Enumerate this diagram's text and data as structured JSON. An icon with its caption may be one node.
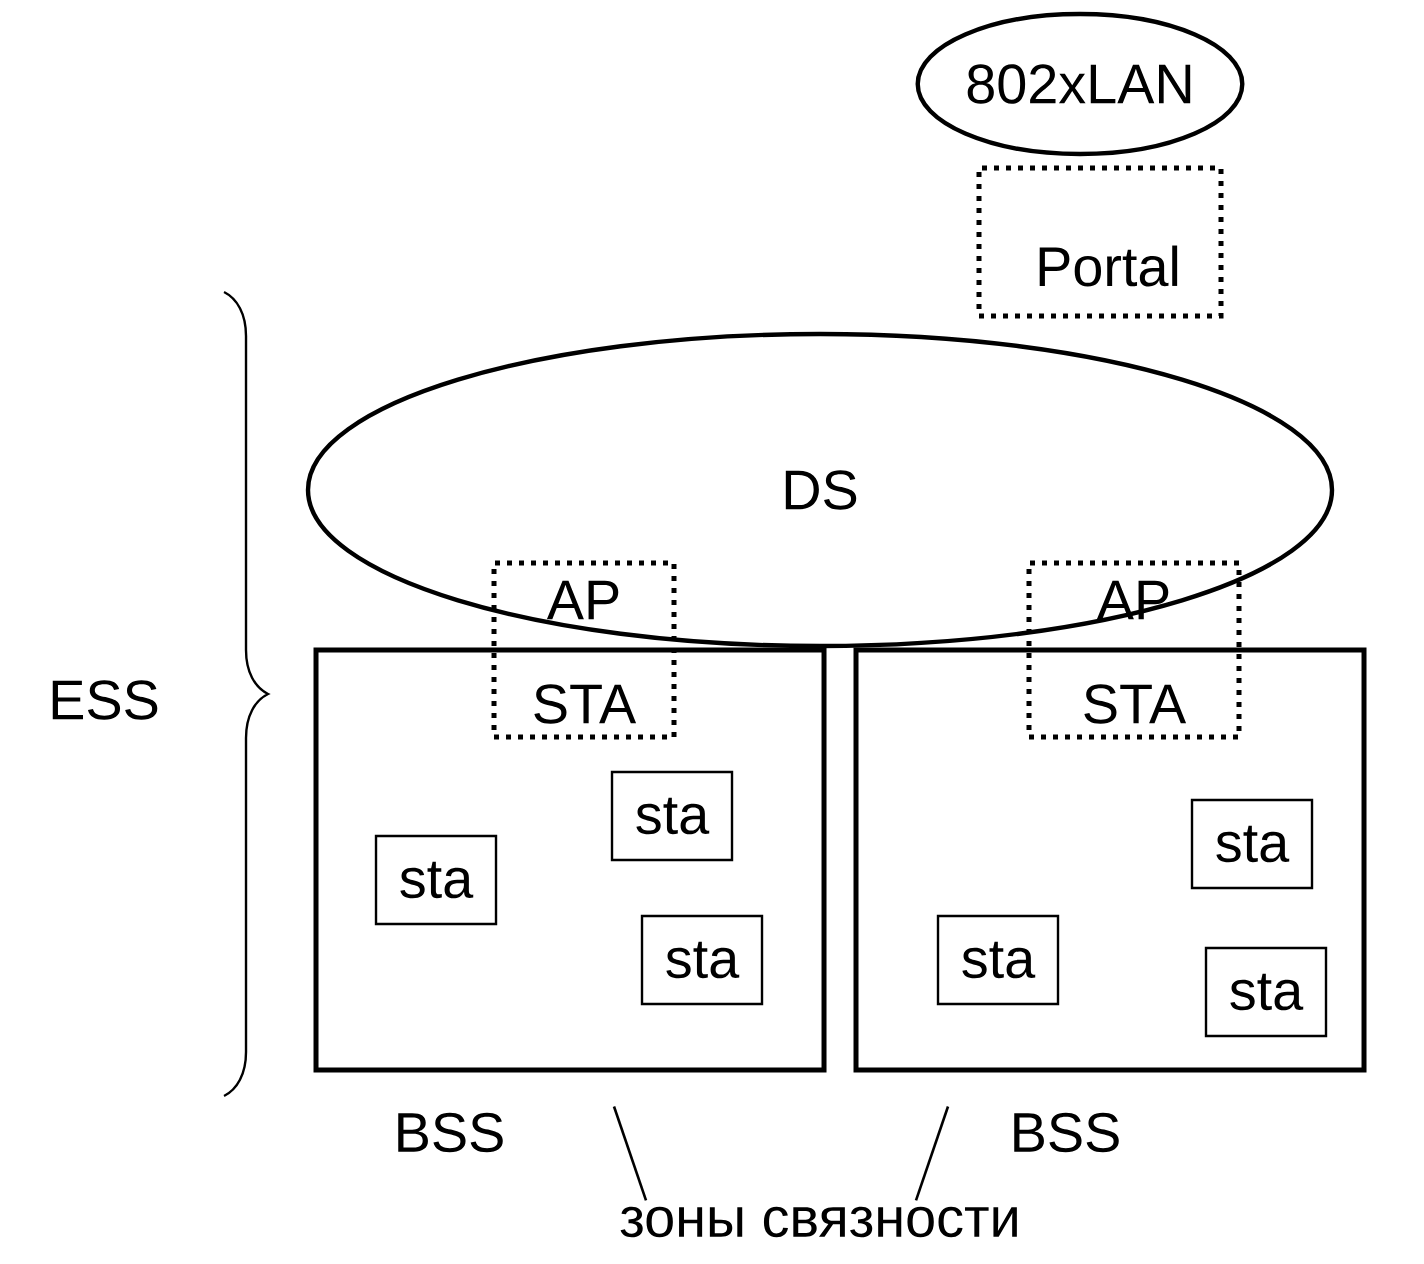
{
  "diagram": {
    "nodes": [
      {
        "text": [
          "802xLAN"
        ]
      },
      {
        "text": [
          "Portal"
        ]
      },
      {
        "text": [
          "DS"
        ]
      },
      {
        "text": [],
        "shape": "box",
        "beside": [
          "BSS"
        ]
      },
      {
        "text": [
          "AP",
          "STA"
        ]
      },
      {
        "text": [
          "sta"
        ],
        "in": 3
      },
      {
        "text": [
          "sta"
        ],
        "in": 3
      },
      {
        "text": [
          "sta"
        ],
        "in": 3
      },
      {
        "text": [],
        "shape": "box",
        "beside": [
          "BSS"
        ]
      },
      {
        "text": [
          "AP",
          "STA"
        ]
      },
      {
        "text": [
          "sta"
        ],
        "in": 8
      },
      {
        "text": [
          "sta"
        ],
        "in": 8
      },
      {
        "text": [
          "sta"
        ],
        "in": 8
      },
      {
        "text": [
          "зоны связности"
        ]
      }
    ],
    "edges": [
      {
        "from": 13,
        "to": 3,
        "arrow": "none"
      },
      {
        "from": 13,
        "to": 8,
        "arrow": "none"
      }
    ],
    "labels": [
      "ESS"
    ]
  }
}
